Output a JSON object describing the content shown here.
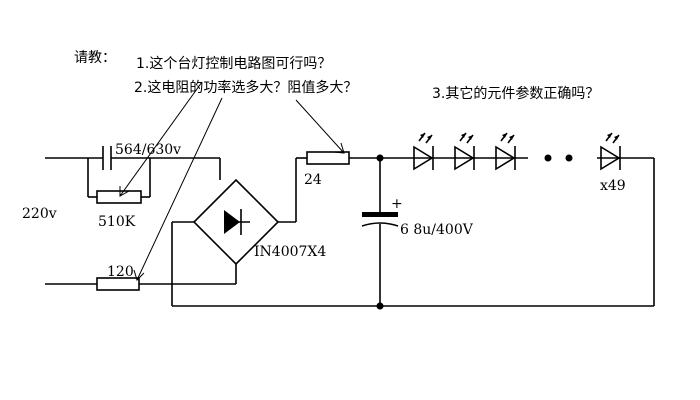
{
  "questions": {
    "intro": "请教：",
    "q1": "1.这个台灯控制电路图可行吗？",
    "q2": "2.这电阻的功率选多大？阻值多大？",
    "q3": "3.其它的元件参数正确吗？"
  },
  "labels": {
    "cap_top": "564/630v",
    "res_bleed": "510K",
    "voltage_in": "220v",
    "res_bottom": "120",
    "res_series": "24",
    "bridge": "IN4007X4",
    "cap_electro": "6 8u/400V",
    "cap_polarity": "+",
    "led_count": "x49"
  }
}
